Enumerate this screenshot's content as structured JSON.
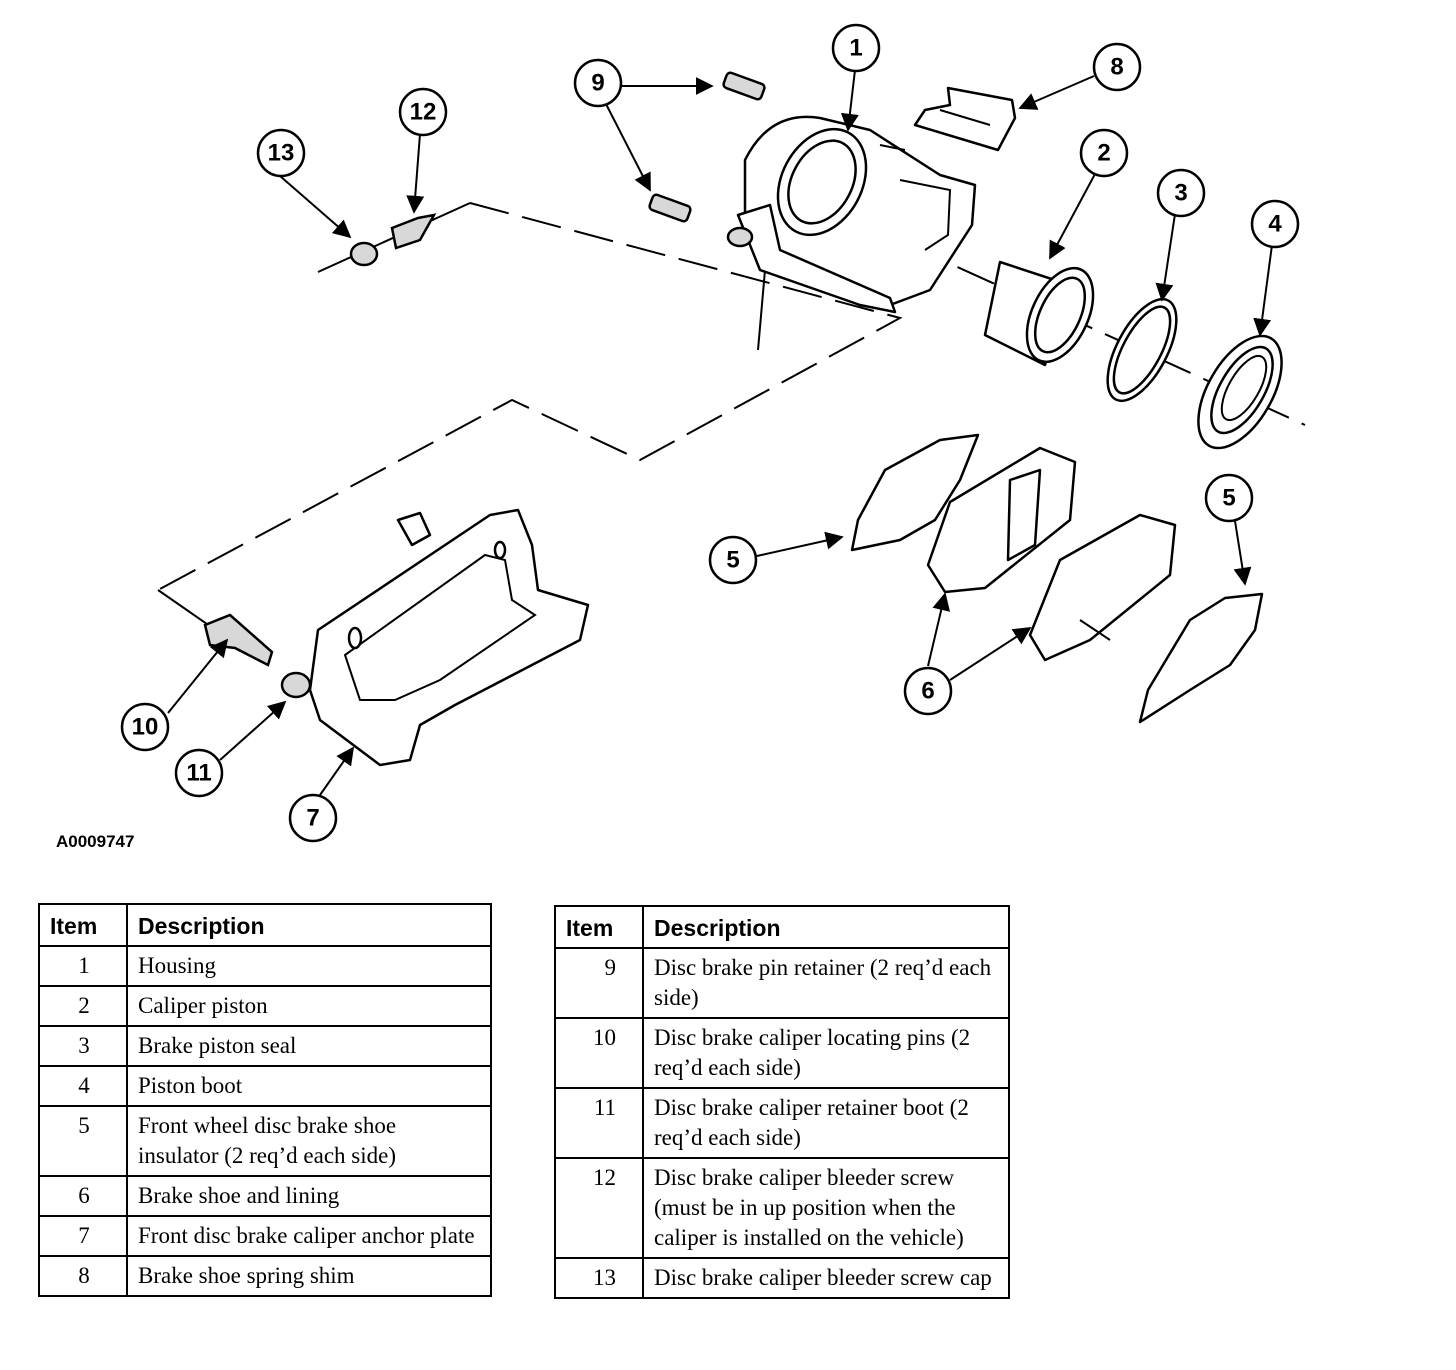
{
  "figure_id": "A0009747",
  "callouts": [
    "1",
    "2",
    "3",
    "4",
    "5",
    "5",
    "6",
    "7",
    "8",
    "9",
    "10",
    "11",
    "12",
    "13"
  ],
  "legend_left": {
    "header_item": "Item",
    "header_desc": "Description",
    "rows": [
      {
        "item": "1",
        "desc": "Housing"
      },
      {
        "item": "2",
        "desc": "Caliper piston"
      },
      {
        "item": "3",
        "desc": "Brake piston seal"
      },
      {
        "item": "4",
        "desc": "Piston boot"
      },
      {
        "item": "5",
        "desc": "Front wheel disc brake shoe insulator (2 req’d each side)"
      },
      {
        "item": "6",
        "desc": "Brake shoe and lining"
      },
      {
        "item": "7",
        "desc": "Front disc brake caliper anchor plate"
      },
      {
        "item": "8",
        "desc": "Brake shoe spring shim"
      }
    ]
  },
  "legend_right": {
    "header_item": "Item",
    "header_desc": "Description",
    "rows": [
      {
        "item": "9",
        "desc": "Disc brake pin retainer (2 req’d each side)"
      },
      {
        "item": "10",
        "desc": "Disc brake caliper locating pins (2 req’d each side)"
      },
      {
        "item": "11",
        "desc": "Disc brake caliper retainer boot (2 req’d each side)"
      },
      {
        "item": "12",
        "desc": "Disc brake caliper bleeder screw (must be in up position when the caliper is installed on the vehicle)"
      },
      {
        "item": "13",
        "desc": "Disc brake caliper bleeder screw cap"
      }
    ]
  }
}
